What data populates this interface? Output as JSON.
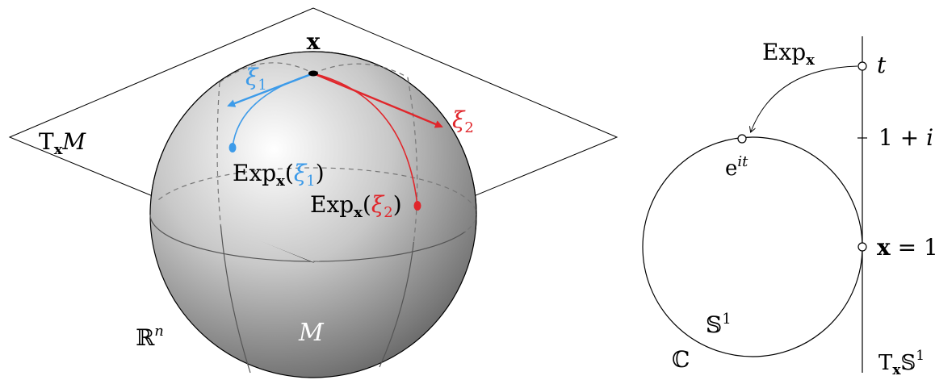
{
  "sphere_panel": {
    "point_label": "x",
    "tangent_space_label": "T",
    "tangent_space_sub": "x",
    "tangent_space_manifold": "M",
    "ambient_space_label": "ℝ",
    "ambient_space_sup": "n",
    "manifold_label": "M",
    "xi1_label": "ξ",
    "xi1_sub": "1",
    "xi2_label": "ξ",
    "xi2_sub": "2",
    "exp_label": "Exp",
    "exp_sub": "x",
    "exp_xi1_open": "(",
    "exp_xi1_close": ")",
    "exp_xi2_open": "(",
    "exp_xi2_close": ")",
    "colors": {
      "xi1": "#3d9be9",
      "xi2": "#e0262b",
      "outline": "#000000"
    }
  },
  "circle_panel": {
    "exp_label": "Exp",
    "exp_sub": "x",
    "t_label": "t",
    "one_plus_i_label": "1 + ",
    "one_plus_i_i": "i",
    "eit_base": "e",
    "eit_sup": "it",
    "x_eq_label": "x",
    "x_eq_rest": " = 1",
    "circle_label": "𝕊",
    "circle_sup": "1",
    "complex_label": "ℂ",
    "tangent_label": "T",
    "tangent_sub": "x",
    "tangent_base": "𝕊",
    "tangent_sup": "1"
  }
}
